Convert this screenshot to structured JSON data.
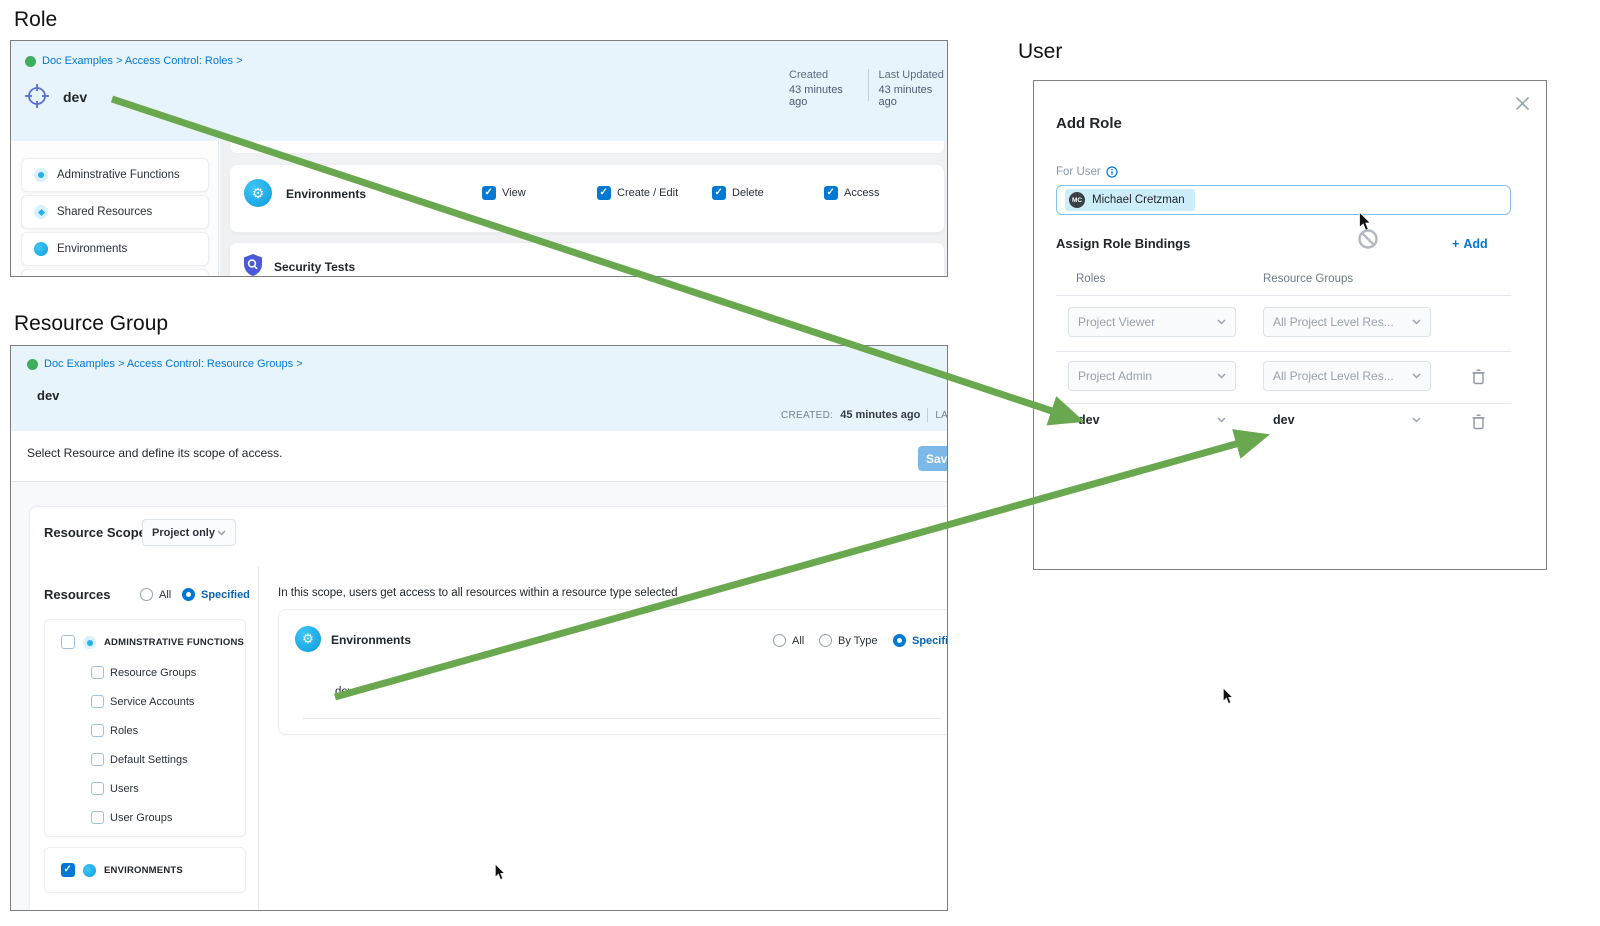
{
  "role": {
    "heading": "Role",
    "breadcrumb": "Doc Examples > Access Control: Roles >",
    "title": "dev",
    "created": {
      "label": "Created",
      "value": "43 minutes ago"
    },
    "last_updated": {
      "label": "Last Updated",
      "value": "43 minutes ago"
    },
    "sidebar": {
      "item1": "Adminstrative Functions",
      "item2": "Shared Resources",
      "item3": "Environments"
    },
    "permissions": {
      "resource": "Environments",
      "perm1": "View",
      "perm2": "Create / Edit",
      "perm3": "Delete",
      "perm4": "Access"
    },
    "security_row": "Security Tests"
  },
  "resource_group": {
    "heading": "Resource Group",
    "breadcrumb": "Doc Examples > Access Control: Resource Groups >",
    "title": "dev",
    "created_label": "CREATED:",
    "created_value": "45 minutes ago",
    "updated_label": "LAST UPD",
    "description": "Select Resource and define its scope of access.",
    "save_label": "Sav",
    "scope": {
      "label": "Resource Scope",
      "value": "Project only"
    },
    "resources": {
      "label": "Resources",
      "option_all": "All",
      "option_specified": "Specified",
      "group1": "ADMINSTRATIVE FUNCTIONS",
      "child1": "Resource Groups",
      "child2": "Service Accounts",
      "child3": "Roles",
      "child4": "Default Settings",
      "child5": "Users",
      "child6": "User Groups",
      "group2": "ENVIRONMENTS"
    },
    "scope_panel": {
      "hint": "In this scope, users get access to all resources within a resource type selected",
      "resource": "Environments",
      "option_all": "All",
      "option_by_type": "By Type",
      "option_specified": "Specified",
      "item": "dev"
    }
  },
  "user": {
    "heading": "User",
    "modal_title": "Add Role",
    "for_user": "For User",
    "chip": {
      "initials": "MC",
      "name": "Michael Cretzman"
    },
    "assign_label": "Assign Role Bindings",
    "add_label": "Add",
    "col_roles": "Roles",
    "col_groups": "Resource Groups",
    "row1": {
      "role": "Project Viewer",
      "group": "All Project Level Res..."
    },
    "row2": {
      "role": "Project Admin",
      "group": "All Project Level Res..."
    },
    "row3": {
      "role": "dev",
      "group": "dev"
    }
  }
}
